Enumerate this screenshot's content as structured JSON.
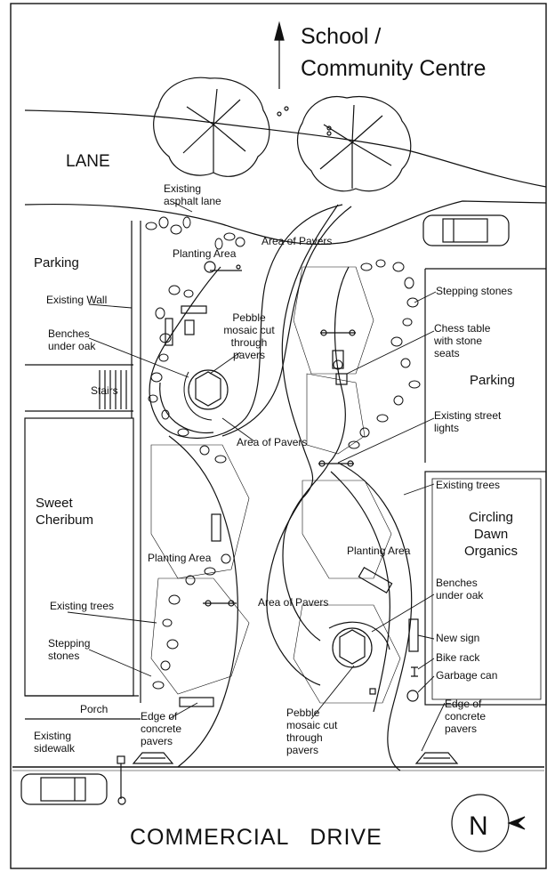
{
  "title": {
    "line1": "School /",
    "line2": "Community Centre"
  },
  "street": "COMMERCIAL   DRIVE",
  "compass": "N",
  "labels": {
    "lane": "LANE",
    "existing_asphalt_lane": "Existing asphalt lane",
    "planting_area_1": "Planting Area",
    "area_of_pavers_1": "Area of Pavers",
    "parking_left": "Parking",
    "existing_wall": "Existing Wall",
    "benches_under_oak_1": "Benches under oak",
    "pebble_mosaic_1": "Pebble mosaic cut through pavers",
    "stairs": "Stairs",
    "area_of_pavers_2": "Area of Pavers",
    "sweet_cheribum": "Sweet Cheribum",
    "planting_area_2": "Planting Area",
    "existing_trees_left": "Existing trees",
    "stepping_stones_left": "Stepping stones",
    "porch": "Porch",
    "existing_sidewalk": "Existing sidewalk",
    "edge_concrete_pavers_1": "Edge of concrete pavers",
    "pebble_mosaic_2": "Pebble mosaic cut through pavers",
    "area_of_pavers_3": "Area of Pavers",
    "planting_area_3": "Planting Area",
    "stepping_stones_right": "Stepping stones",
    "chess_table": "Chess table with stone seats",
    "parking_right": "Parking",
    "existing_street_lights": "Existing street lights",
    "existing_trees_right": "Existing trees",
    "circling_dawn": "Circling Dawn Organics",
    "benches_under_oak_2": "Benches under oak",
    "new_sign": "New sign",
    "bike_rack": "Bike rack",
    "garbage_can": "Garbage can",
    "edge_concrete_pavers_2": "Edge of concrete pavers"
  }
}
